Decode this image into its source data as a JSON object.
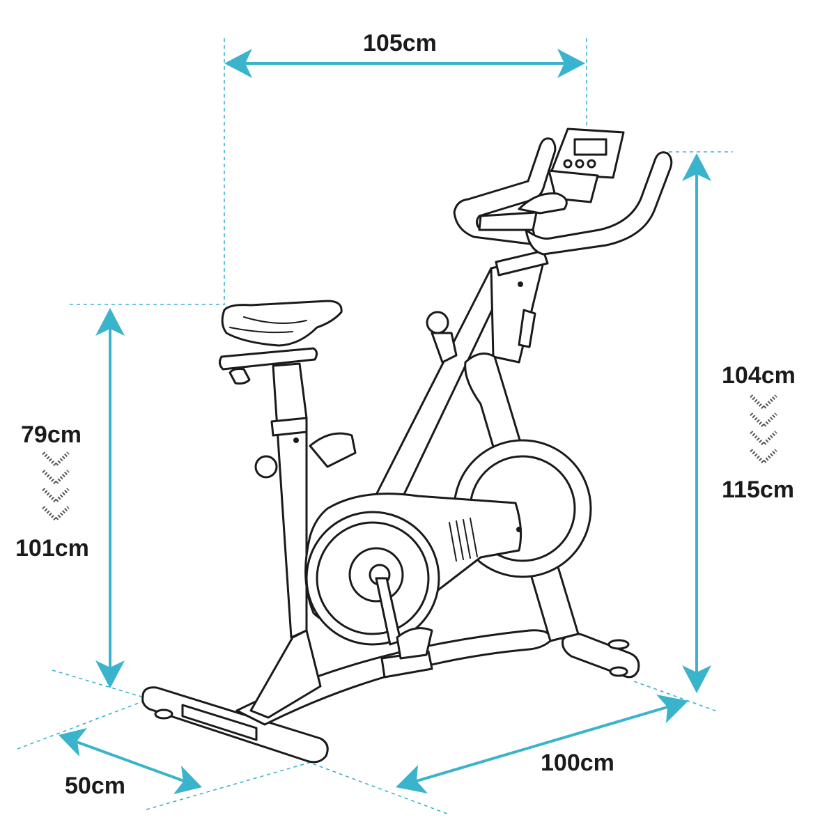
{
  "dimensions": {
    "width_top": "105cm",
    "seat_height_min": "79cm",
    "seat_height_max": "101cm",
    "handlebar_height_min": "104cm",
    "handlebar_height_max": "115cm",
    "length": "100cm",
    "depth": "50cm"
  },
  "colors": {
    "dimension_line": "#3ab3cc",
    "drawing": "#1a1a1a",
    "chevron": "#555555"
  }
}
